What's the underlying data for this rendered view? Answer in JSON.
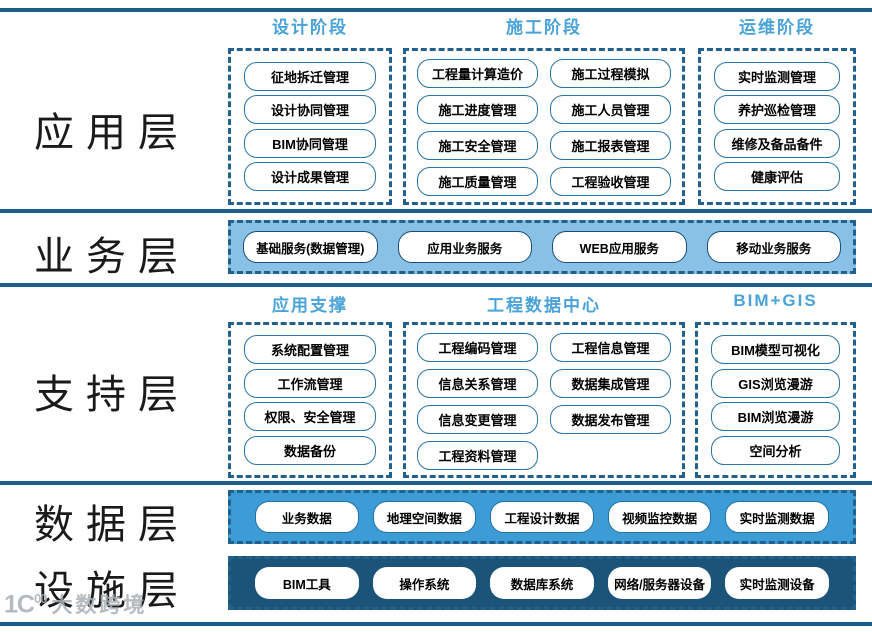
{
  "application": {
    "label": "应用层",
    "groups": [
      {
        "title": "设计阶段",
        "items": [
          "征地拆迁管理",
          "设计协同管理",
          "BIM协同管理",
          "设计成果管理"
        ]
      },
      {
        "title": "施工阶段",
        "items": [
          "工程量计算造价",
          "施工过程模拟",
          "施工进度管理",
          "施工人员管理",
          "施工安全管理",
          "施工报表管理",
          "施工质量管理",
          "工程验收管理"
        ]
      },
      {
        "title": "运维阶段",
        "items": [
          "实时监测管理",
          "养护巡检管理",
          "维修及备品备件",
          "健康评估"
        ]
      }
    ]
  },
  "business": {
    "label": "业务层",
    "items": [
      "基础服务(数据管理)",
      "应用业务服务",
      "WEB应用服务",
      "移动业务服务"
    ]
  },
  "support": {
    "label": "支持层",
    "groups": [
      {
        "title": "应用支撑",
        "items": [
          "系统配置管理",
          "工作流管理",
          "权限、安全管理",
          "数据备份"
        ]
      },
      {
        "title": "工程数据中心",
        "items": [
          "工程编码管理",
          "工程信息管理",
          "信息关系管理",
          "数据集成管理",
          "信息变更管理",
          "数据发布管理",
          "工程资料管理"
        ]
      },
      {
        "title": "BIM+GIS",
        "items": [
          "BIM模型可视化",
          "GIS浏览漫游",
          "BIM浏览漫游",
          "空间分析"
        ]
      }
    ]
  },
  "data_layer": {
    "label": "数据层",
    "items": [
      "业务数据",
      "地理空间数据",
      "工程设计数据",
      "视频监控数据",
      "实时监测数据"
    ]
  },
  "facility": {
    "label": "设施层",
    "items": [
      "BIM工具",
      "操作系统",
      "数据库系统",
      "网络/服务器设备",
      "实时监测设备"
    ]
  },
  "watermark": {
    "logo": "1C",
    "logo_sup": "00",
    "text": "大数跨境"
  },
  "colors": {
    "separator": "#1c5d8c",
    "dashed_border": "#20618e",
    "group_header": "#4aa3d8",
    "box_border": "#2874a6",
    "business_bg": "#89c0e6",
    "data_bg": "#3d9bd5",
    "facility_bg": "#1b5478"
  }
}
